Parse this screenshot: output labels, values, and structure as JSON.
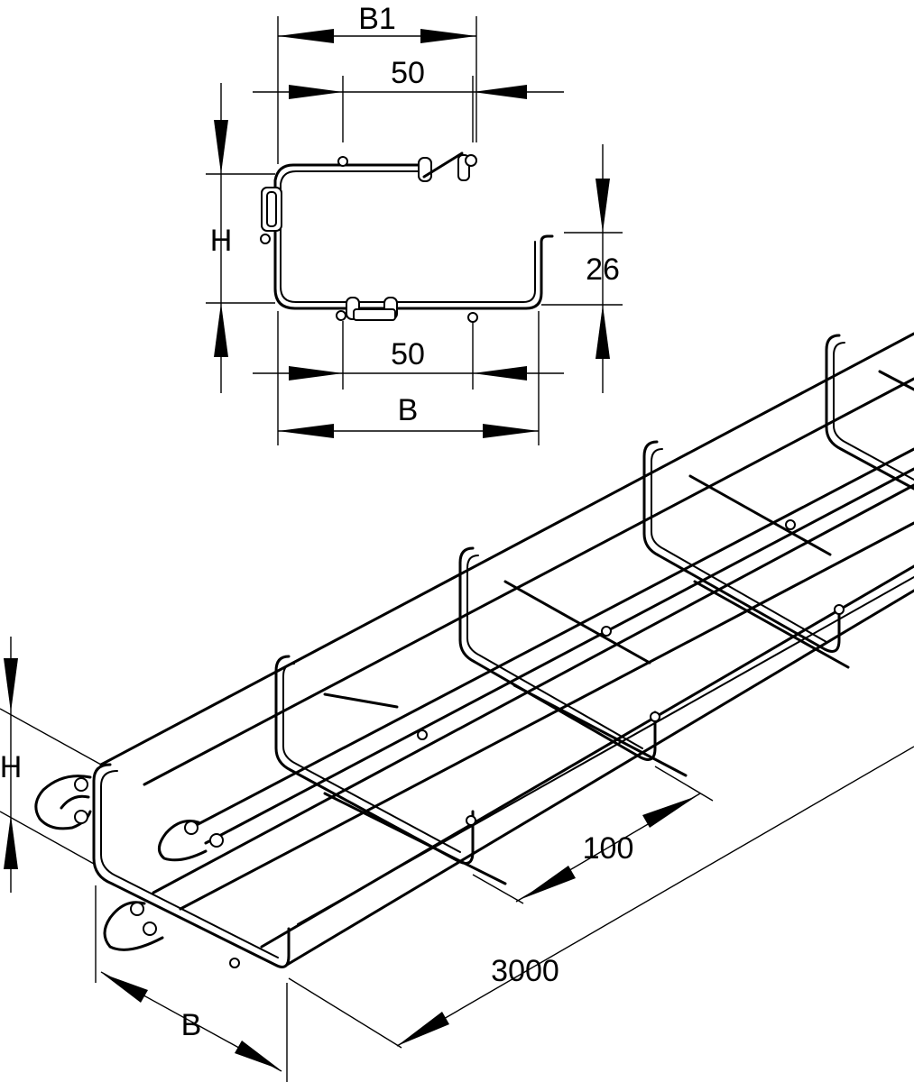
{
  "section_view": {
    "label_B1": "B1",
    "label_top_50": "50",
    "label_H": "H",
    "label_26": "26",
    "label_bottom_50": "50",
    "label_B": "B"
  },
  "iso_view": {
    "label_H": "H",
    "label_100": "100",
    "label_3000": "3000",
    "label_B": "B"
  },
  "colors": {
    "line": "#000000",
    "background": "#ffffff"
  }
}
